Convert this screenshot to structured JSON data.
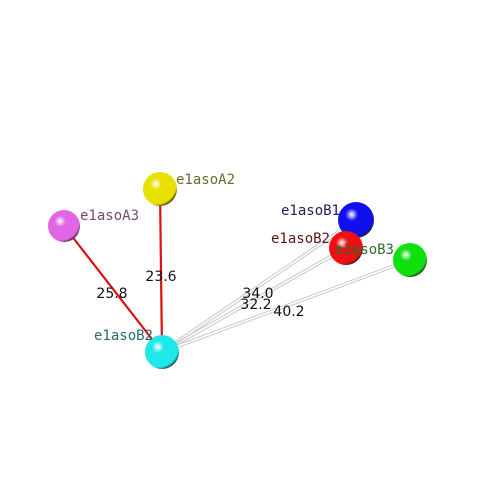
{
  "atoms": [
    {
      "id": "A3",
      "label": "e1asoA3",
      "color": "#e066e6",
      "label_color": "#7a4a70"
    },
    {
      "id": "A2",
      "label": "e1asoA2",
      "color": "#e8e000",
      "label_color": "#6b6b2a"
    },
    {
      "id": "B1",
      "label": "e1asoB1",
      "color": "#1010ee",
      "label_color": "#20205a"
    },
    {
      "id": "B2r",
      "label": "e1asoB2",
      "color": "#ee1010",
      "label_color": "#5a1818"
    },
    {
      "id": "B3",
      "label": "e1asoB3",
      "color": "#10e010",
      "label_color": "#2e6b2e"
    },
    {
      "id": "B2c",
      "label": "e1asoB2",
      "color": "#20e8e8",
      "label_color": "#2a6b6b"
    }
  ],
  "bonds": [
    {
      "from": "B2c",
      "to": "A3",
      "distance": "25.8",
      "color": "#dd1111"
    },
    {
      "from": "B2c",
      "to": "A2",
      "distance": "23.6",
      "color": "#dd1111"
    },
    {
      "from": "B2c",
      "to": "B1",
      "distance": "34.0",
      "color": "#c8c8c8"
    },
    {
      "from": "B2c",
      "to": "B2r",
      "distance": "32.2",
      "color": "#c8c8c8"
    },
    {
      "from": "B2c",
      "to": "B3",
      "distance": "40.2",
      "color": "#c8c8c8"
    }
  ]
}
